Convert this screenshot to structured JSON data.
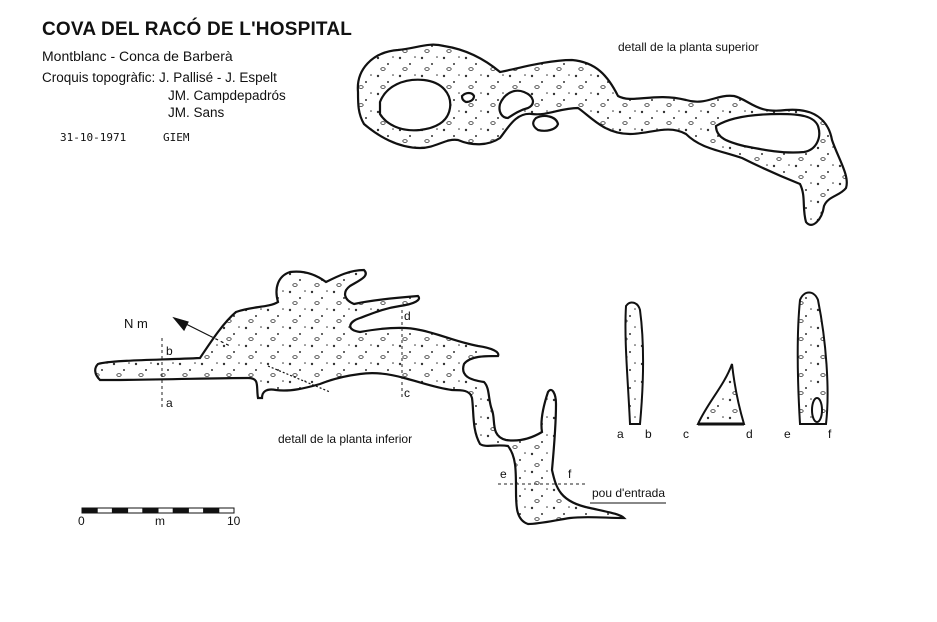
{
  "header": {
    "title": "COVA DEL RACÓ DE L'HOSPITAL",
    "subtitle": "Montblanc - Conca de Barberà",
    "authors_line": "Croquis topogràfic: J. Pallisé - J. Espelt",
    "author_2": "JM. Campdepadrós",
    "author_3": "JM. Sans",
    "date": "31-10-1971",
    "group": "GIEM"
  },
  "labels": {
    "upper_plan": "detall de la planta superior",
    "lower_plan": "detall de la planta inferior",
    "entrance": "pou d'entrada",
    "north": "N m"
  },
  "sections": {
    "a": "a",
    "b": "b",
    "c": "c",
    "d": "d",
    "e": "e",
    "f": "f"
  },
  "scale_bar": {
    "min_label": "0",
    "unit_label": "m",
    "max_label": "10"
  },
  "colors": {
    "ink": "#111111",
    "cave_fill": "#ffffff",
    "paper": "#ffffff"
  }
}
